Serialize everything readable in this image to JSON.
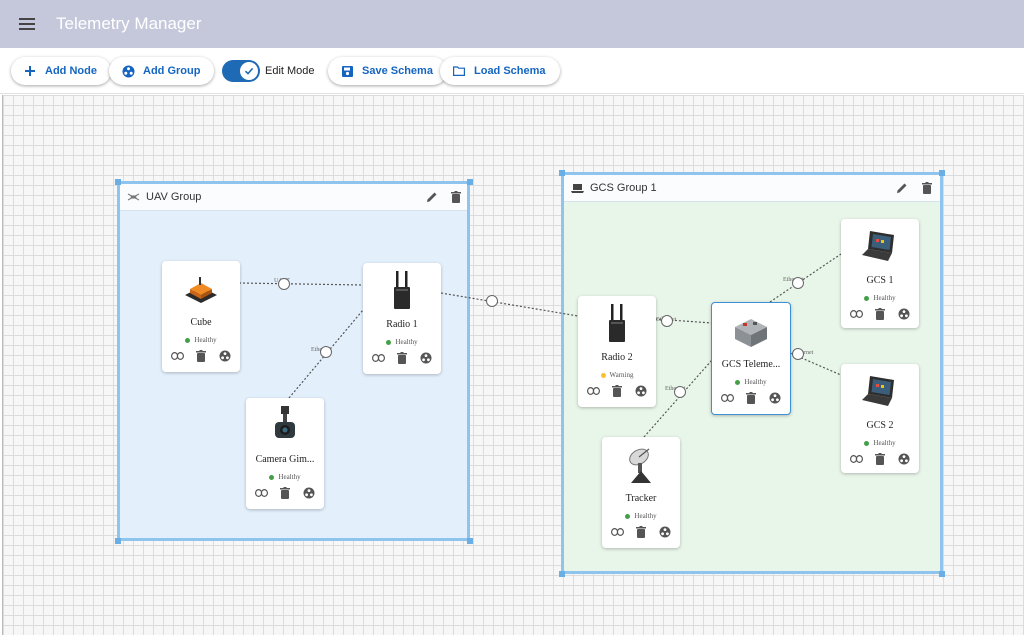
{
  "app": {
    "title": "Telemetry Manager"
  },
  "toolbar": {
    "add_node": "Add Node",
    "add_group": "Add Group",
    "edit_mode": "Edit Mode",
    "save_schema": "Save Schema",
    "load_schema": "Load Schema",
    "edit_mode_on": true
  },
  "groups": {
    "uav": {
      "title": "UAV Group",
      "icon": "drone-icon"
    },
    "gcs": {
      "title": "GCS Group 1",
      "icon": "laptop-icon"
    }
  },
  "nodes": {
    "cube": {
      "name": "Cube",
      "status": "Healthy",
      "status_color": "#43a047",
      "icon": "flight-controller-icon"
    },
    "radio1": {
      "name": "Radio 1",
      "status": "Healthy",
      "status_color": "#43a047",
      "icon": "radio-icon"
    },
    "camera": {
      "name": "Camera Gim...",
      "status": "Healthy",
      "status_color": "#43a047",
      "icon": "camera-gimbal-icon"
    },
    "radio2": {
      "name": "Radio 2",
      "status": "Warning",
      "status_color": "#fbc02d",
      "icon": "radio-icon"
    },
    "gcstel": {
      "name": "GCS Teleme...",
      "status": "Healthy",
      "status_color": "#43a047",
      "icon": "telemetry-box-icon"
    },
    "gcs1": {
      "name": "GCS 1",
      "status": "Healthy",
      "status_color": "#43a047",
      "icon": "laptop-icon"
    },
    "gcs2": {
      "name": "GCS 2",
      "status": "Healthy",
      "status_color": "#43a047",
      "icon": "laptop-icon"
    },
    "tracker": {
      "name": "Tracker",
      "status": "Healthy",
      "status_color": "#43a047",
      "icon": "antenna-tracker-icon"
    }
  },
  "links": {
    "cube_radio1": "UART",
    "camera_radio1": "Ethernet",
    "radio2_gcstel": "Ethernet",
    "gcstel_gcs1": "Ethernet",
    "gcstel_gcs2": "Ethernet",
    "tracker_gcstel": "Ethernet"
  },
  "colors": {
    "appbar": "#c5c8db",
    "accent": "#1565c0",
    "uav_group_fill": "#e3f0fc",
    "gcs_group_fill": "#e8f5e9",
    "group_border": "#8fc4ef"
  }
}
